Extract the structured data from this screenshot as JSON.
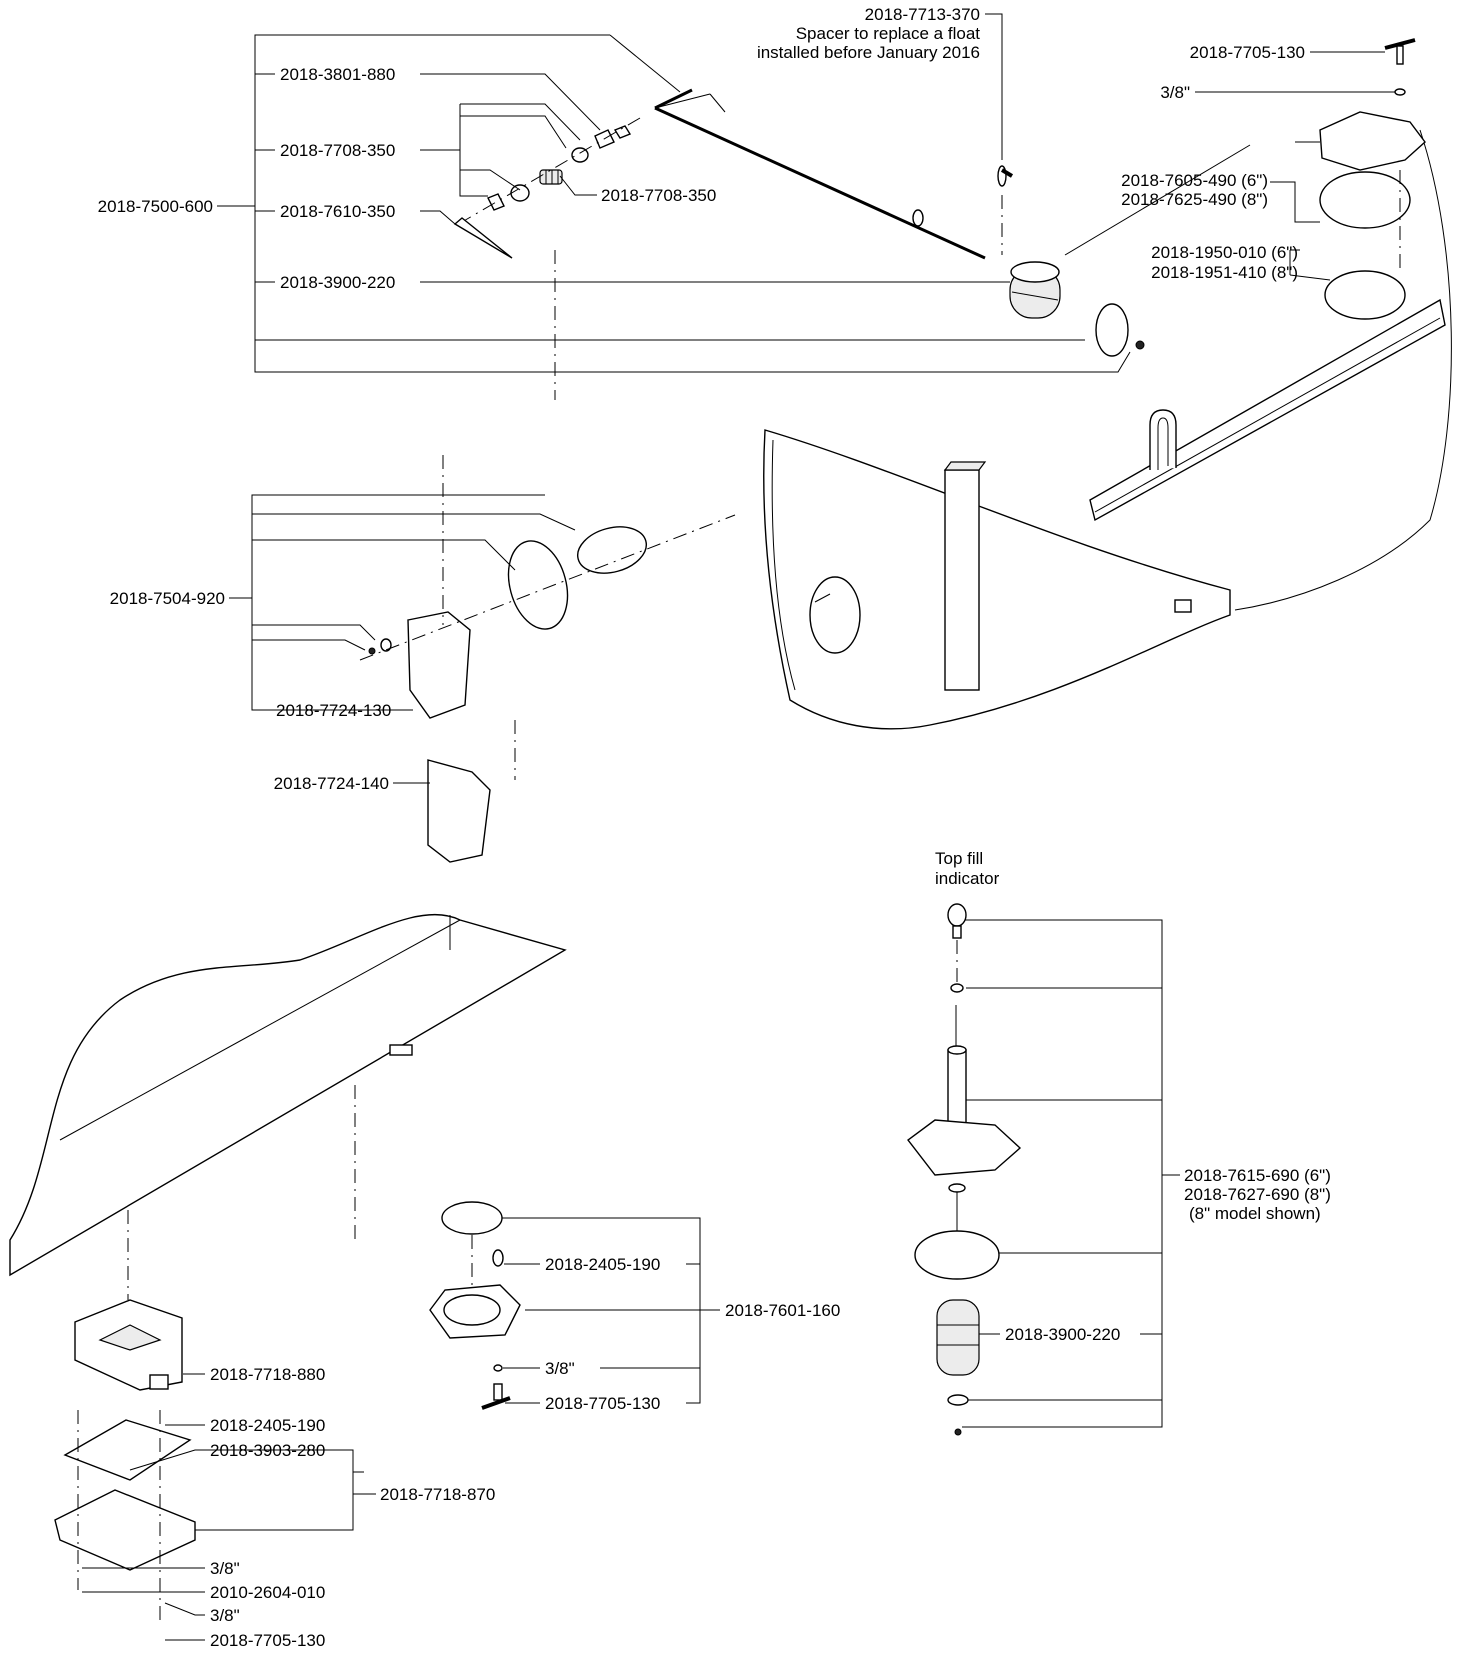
{
  "labels": {
    "spacer_pn": "2018-7713-370",
    "spacer_desc1": "Spacer to replace a float",
    "spacer_desc2": "installed before January 2016",
    "tee_top": "2018-7705-130",
    "washer_top": "3/8\"",
    "cap_6": "2018-7605-490 (6\")",
    "cap_8": "2018-7625-490 (8\")",
    "ring_6": "2018-1950-010 (6\")",
    "ring_8": "2018-1951-410 (8\")",
    "float_kit": "2018-7500-600",
    "nut_a": "2018-3801-880",
    "washer_a": "2018-7708-350",
    "clip_a": "2018-7610-350",
    "spring_a": "2018-7708-350",
    "float_a": "2018-3900-220",
    "side_kit": "2018-7504-920",
    "plate_a": "2018-7724-130",
    "plate_b": "2018-7724-140",
    "top_fill_1": "Top fill",
    "top_fill_2": "indicator",
    "ind_6": "2018-7615-690 (6\")",
    "ind_8": "2018-7627-690 (8\")",
    "ind_note": "(8\" model shown)",
    "float_b": "2018-3900-220",
    "screw_b": "2018-2405-190",
    "ring_kit": "2018-7601-160",
    "washer_b": "3/8\"",
    "tee_b": "2018-7705-130",
    "box": "2018-7718-880",
    "screw_c": "2018-2405-190",
    "gasket_c": "2018-3903-280",
    "mount_kit": "2018-7718-870",
    "washer_c": "3/8\"",
    "nut_c": "2010-2604-010",
    "washer_d": "3/8\"",
    "tee_c": "2018-7705-130"
  }
}
